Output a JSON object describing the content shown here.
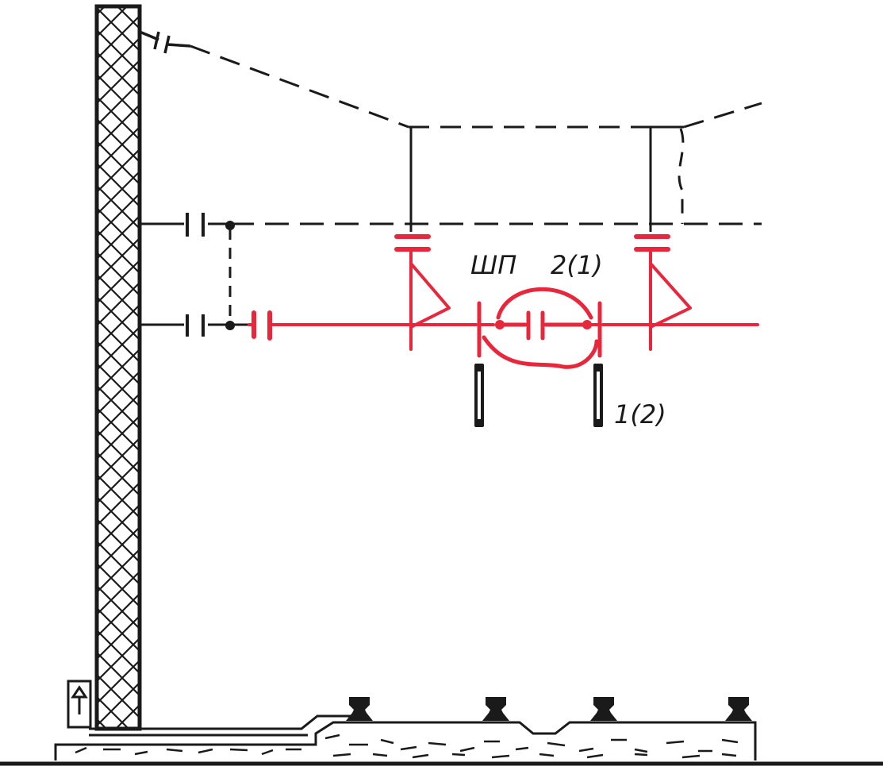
{
  "labels": {
    "section_insulator": "ШП",
    "position_left": "2(1)",
    "position_right": "1(2)"
  },
  "colors": {
    "ink": "#1a1a1a",
    "live_red": "#e8263c",
    "background": "#ffffff"
  }
}
